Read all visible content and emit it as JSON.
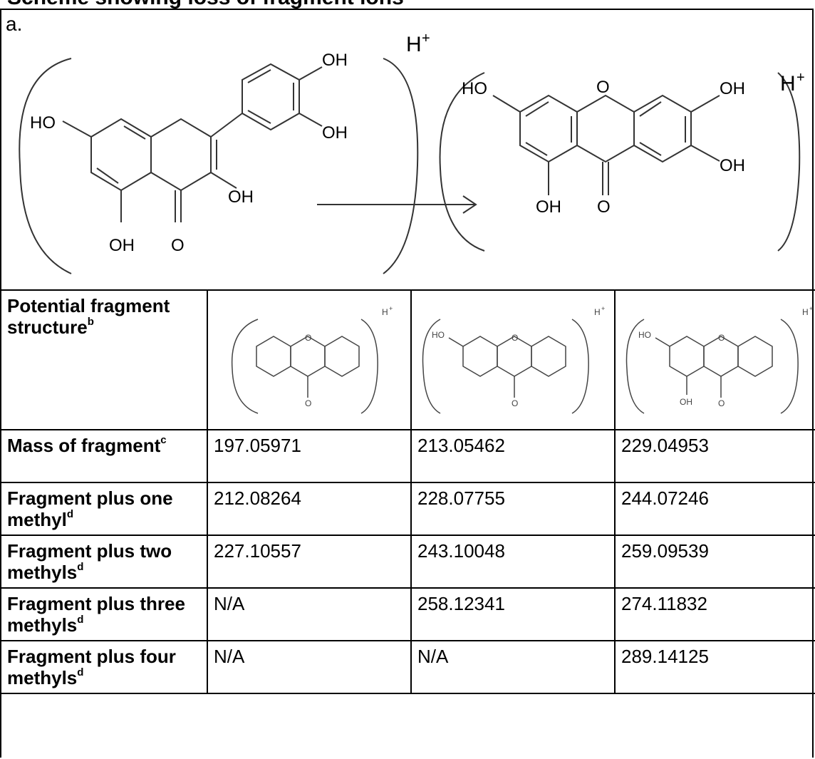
{
  "clipped_heading": "Scheme showing loss of fragment ions",
  "scheme": {
    "panel_letter": "a.",
    "charge_label": "H",
    "charge_sign": "+",
    "atom_oh": "OH",
    "atom_ho": "HO",
    "atom_o": "O"
  },
  "table": {
    "rows": [
      {
        "header": "Potential fragment structure",
        "note": "b",
        "cells": [
          "",
          "",
          ""
        ]
      },
      {
        "header": "Mass of fragment",
        "note": "c",
        "cells": [
          "197.05971",
          "213.05462",
          "229.04953"
        ]
      },
      {
        "header": "Fragment plus one methyl",
        "note": "d",
        "cells": [
          "212.08264",
          "228.07755",
          "244.07246"
        ]
      },
      {
        "header": "Fragment plus two methyls",
        "note": "d",
        "cells": [
          "227.10557",
          "243.10048",
          "259.09539"
        ]
      },
      {
        "header": "Fragment plus three methyls",
        "note": "d",
        "cells": [
          "N/A",
          "258.12341",
          "274.11832"
        ]
      },
      {
        "header": "Fragment plus four methyls",
        "note": "d",
        "cells": [
          "N/A",
          "N/A",
          "289.14125"
        ]
      }
    ]
  }
}
